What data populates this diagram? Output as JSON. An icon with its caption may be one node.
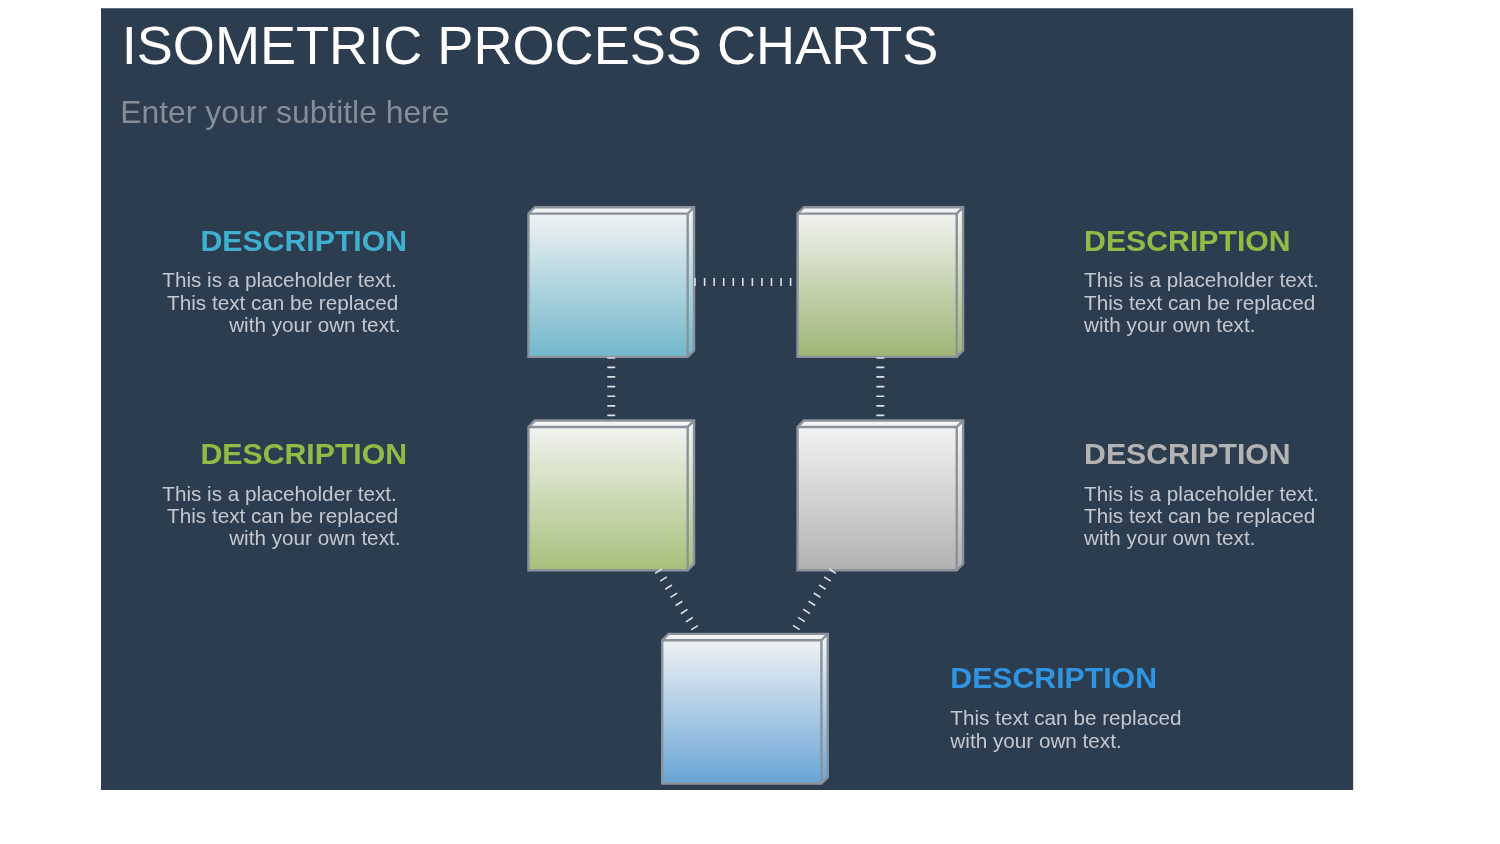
{
  "diagram": {
    "title": "ISOMETRIC PROCESS CHARTS",
    "nodes": [
      {
        "text": [],
        "shape": "cube",
        "beside": [
          "DESCRIPTION",
          "This is a placeholder text. This text can be replaced with your own text."
        ]
      },
      {
        "text": [],
        "shape": "cube",
        "beside": [
          "DESCRIPTION",
          "This is a placeholder text. This text can be replaced with your own text."
        ]
      },
      {
        "text": [],
        "shape": "cube",
        "beside": [
          "DESCRIPTION",
          "This is a placeholder text. This text can be replaced with your own text."
        ]
      },
      {
        "text": [],
        "shape": "cube",
        "beside": [
          "DESCRIPTION",
          "This is a placeholder text. This text can be replaced with your own text."
        ]
      },
      {
        "text": [],
        "shape": "cube",
        "beside": [
          "DESCRIPTION",
          "This text can be replaced with your own text."
        ]
      }
    ],
    "edges": [
      {
        "from": 0,
        "to": 1,
        "arrow": "none",
        "style": "dashed"
      },
      {
        "from": 0,
        "to": 2,
        "arrow": "none",
        "style": "dashed"
      },
      {
        "from": 1,
        "to": 3,
        "arrow": "none",
        "style": "dashed"
      },
      {
        "from": 2,
        "to": 4,
        "arrow": "none",
        "style": "dashed"
      },
      {
        "from": 3,
        "to": 4,
        "arrow": "none",
        "style": "dashed"
      }
    ],
    "labels": [
      "Enter your subtitle here"
    ]
  }
}
